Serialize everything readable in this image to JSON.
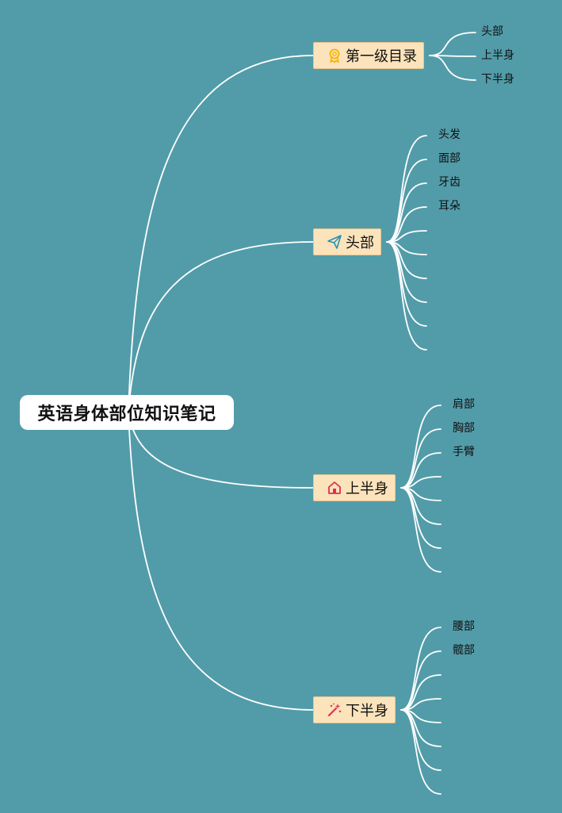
{
  "root": {
    "title": "英语身体部位知识笔记"
  },
  "branches": [
    {
      "label": "第一级目录",
      "icon": "award-medal-icon",
      "icon_color": "#f5b400",
      "children": [
        "头部",
        "上半身",
        "下半身"
      ]
    },
    {
      "label": "头部",
      "icon": "paper-plane-icon",
      "icon_color": "#2a8fb5",
      "children": [
        "头发",
        "面部",
        "牙齿",
        "耳朵",
        "",
        "",
        "",
        "",
        "",
        ""
      ]
    },
    {
      "label": "上半身",
      "icon": "house-icon",
      "icon_color": "#e0314f",
      "children": [
        "肩部",
        "胸部",
        "手臂",
        "",
        "",
        "",
        "",
        ""
      ]
    },
    {
      "label": "下半身",
      "icon": "magic-wand-icon",
      "icon_color": "#e0314f",
      "children": [
        "腰部",
        "髋部",
        "",
        "",
        "",
        "",
        "",
        ""
      ]
    }
  ],
  "colors": {
    "background": "#529ca9",
    "branch_fill": "#fbe3bb",
    "line": "#ffffff"
  }
}
